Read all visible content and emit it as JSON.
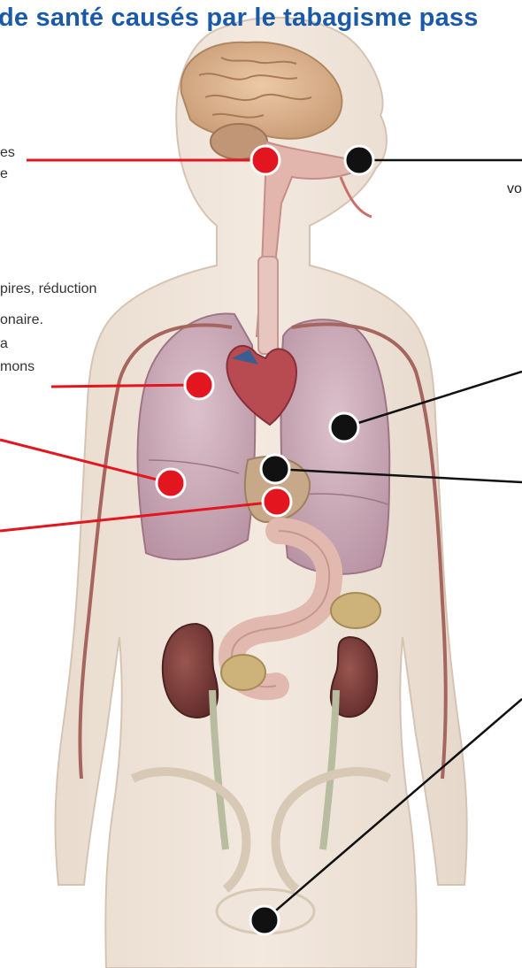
{
  "title": "de santé causés par le tabagisme pass",
  "labels": {
    "l1": "es",
    "l2": "e",
    "l3": "pires, réduction",
    "l4": "onaire.",
    "l5": "a",
    "l6": "mons",
    "r1": "vo"
  },
  "colors": {
    "title": "#1b5aa6",
    "red_marker": "#e3151f",
    "black_marker": "#111111",
    "skin": "#efe3d8"
  }
}
